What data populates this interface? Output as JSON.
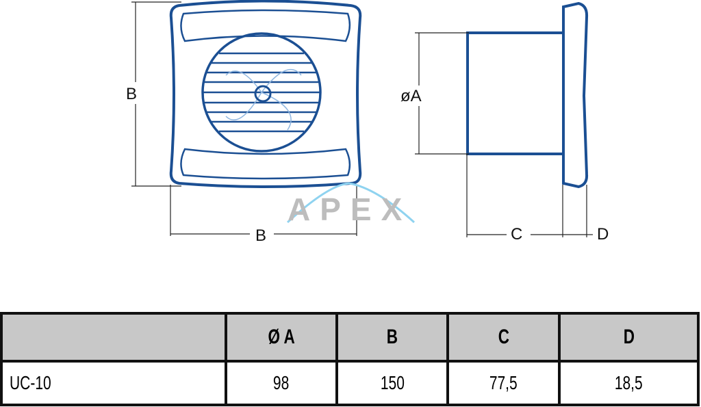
{
  "drawing": {
    "labels": {
      "front_height": "B",
      "front_width": "B",
      "diameter": "øA",
      "depth": "C",
      "flange": "D"
    },
    "watermark": "APEX",
    "colors": {
      "outline": "#1b4f93",
      "dim_line": "#222222",
      "watermark_arc": "#8fd3f0"
    }
  },
  "table": {
    "headers": [
      "",
      "Ø A",
      "B",
      "C",
      "D"
    ],
    "rows": [
      {
        "model": "UC-10",
        "values": [
          "98",
          "150",
          "77,5",
          "18,5"
        ]
      }
    ]
  }
}
